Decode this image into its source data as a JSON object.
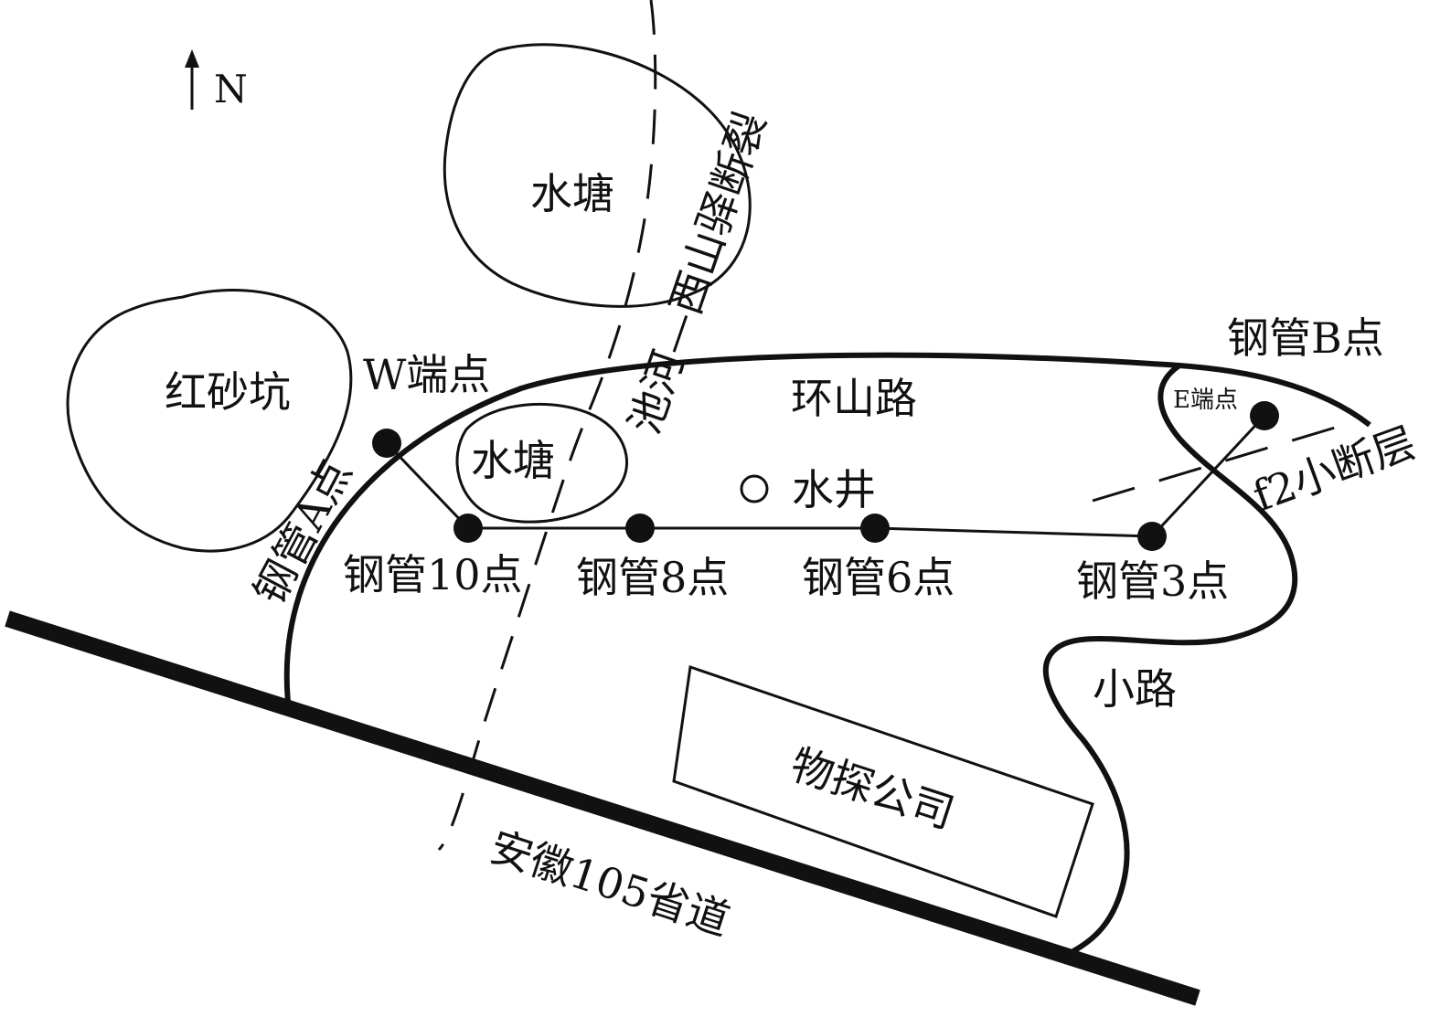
{
  "compass": {
    "label": "N"
  },
  "labels": {
    "pond_north": "水塘",
    "pond_south": "水塘",
    "red_sand_pit": "红砂坑",
    "fault_main": "池河—西山驿断裂",
    "ring_road": "环山路",
    "w_end": "W端点",
    "e_end": "E端点",
    "pipe_a": "钢管A点",
    "pipe_b": "钢管B点",
    "pipe_10": "钢管10点",
    "pipe_8": "钢管8点",
    "pipe_6": "钢管6点",
    "pipe_3": "钢管3点",
    "well": "水井",
    "f2_fault": "f2小断层",
    "path": "小路",
    "company": "物探公司",
    "provincial_road": "安徽105省道"
  },
  "colors": {
    "ink": "#111111",
    "background": "#ffffff"
  },
  "icons": [
    "north-arrow-icon",
    "survey-point-icon",
    "well-icon"
  ]
}
